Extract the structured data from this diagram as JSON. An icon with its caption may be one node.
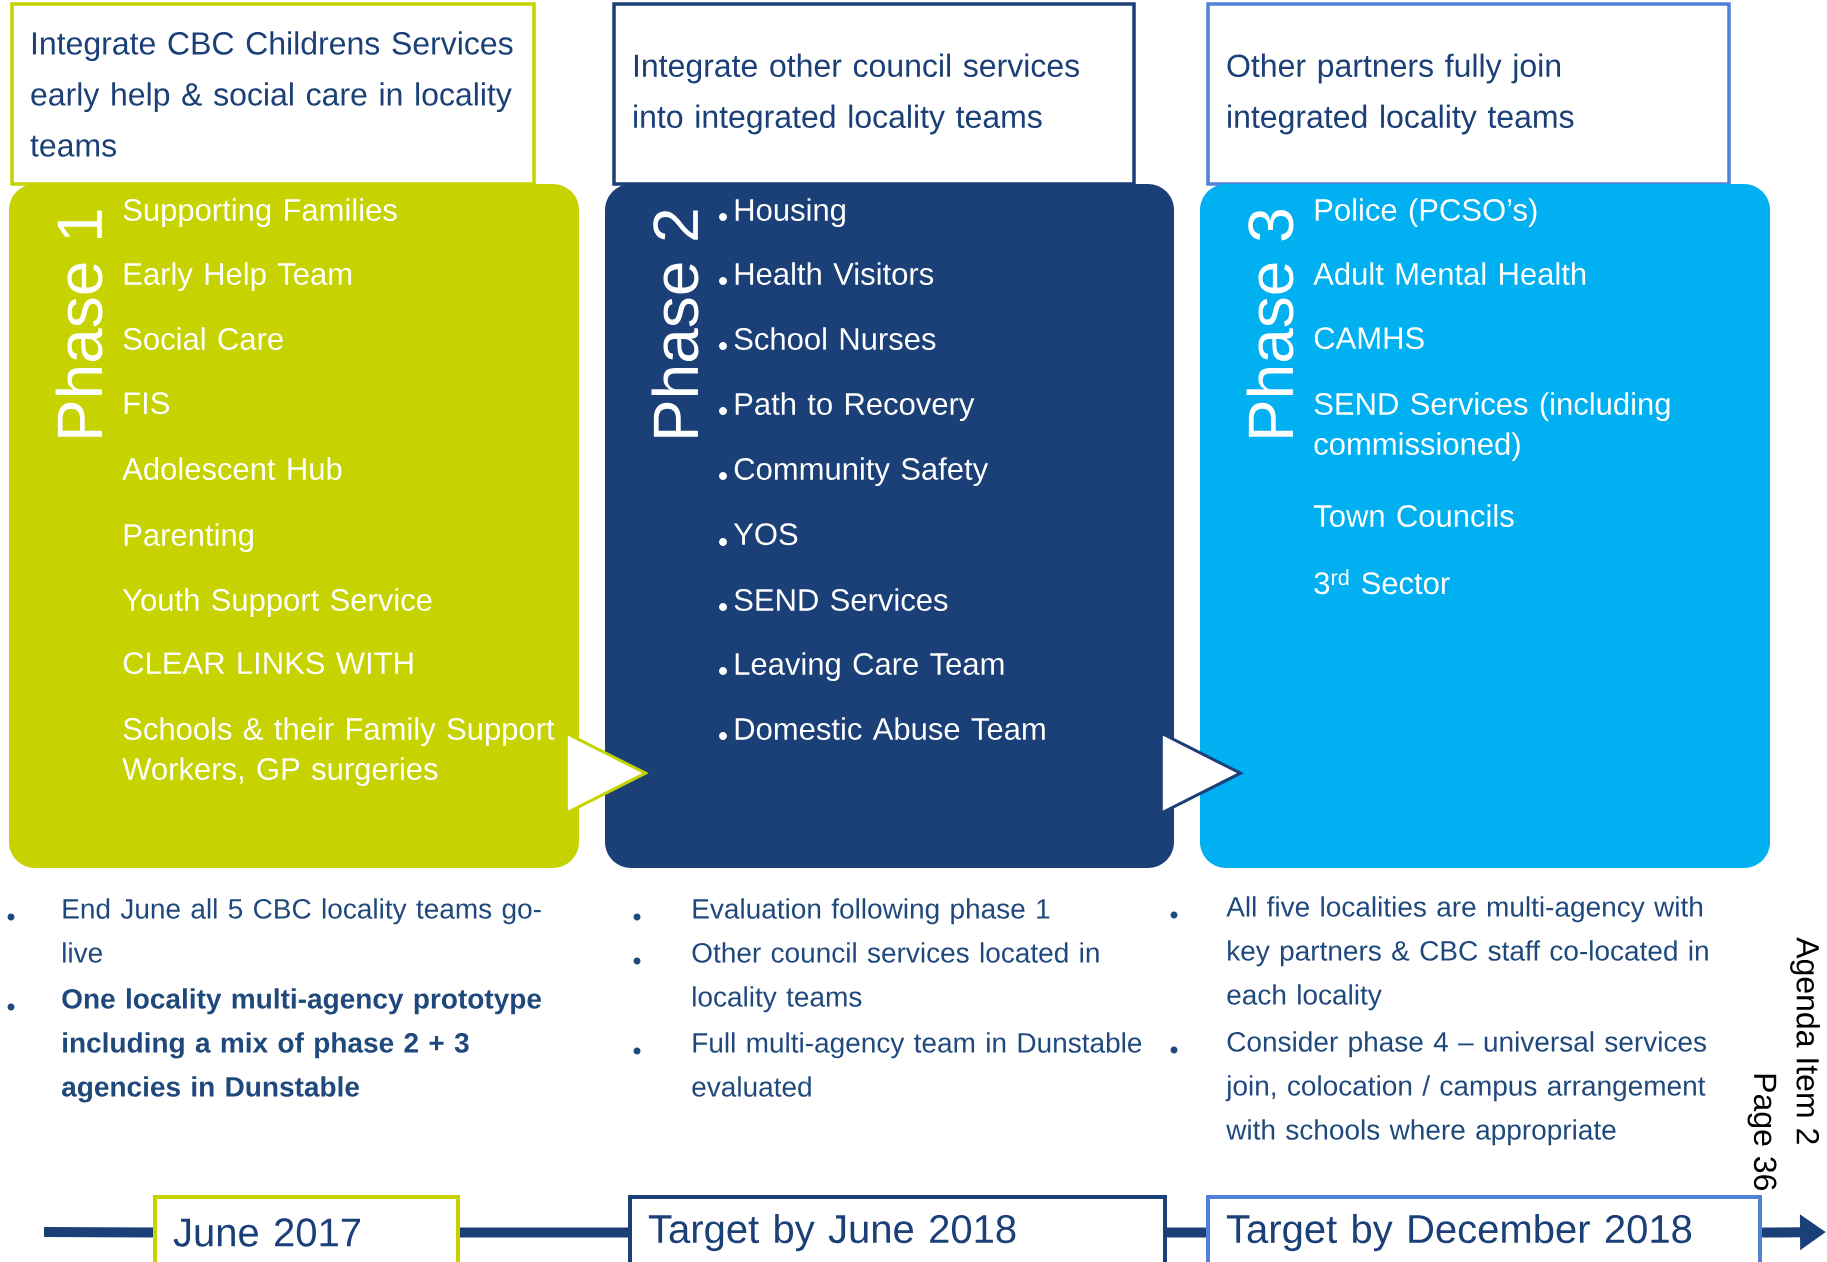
{
  "diagram": {
    "nodes": [
      {
        "text": [
          "Integrate CBC Childrens Services early help & social care in locality teams"
        ]
      },
      {
        "text": [
          "Integrate other council services into integrated locality teams"
        ]
      },
      {
        "text": [
          "Other partners fully join integrated locality teams"
        ]
      },
      {
        "text": [
          "Phase 1",
          "Supporting Families",
          "Early Help Team",
          "Social Care",
          "FIS",
          "Adolescent Hub",
          "Parenting",
          "Youth Support Service",
          "CLEAR LINKS WITH",
          "Schools & their Family Support Workers, GP surgeries"
        ]
      },
      {
        "text": [
          "Phase 2",
          "Housing",
          "Health Visitors",
          "School Nurses",
          "Path to Recovery",
          "Community Safety",
          "YOS",
          "SEND Services",
          "Leaving Care Team",
          "Domestic Abuse Team"
        ]
      },
      {
        "text": [
          "Phase 3",
          "Police (PCSO’s)",
          "Adult Mental Health",
          "CAMHS",
          "SEND Services (including commissioned)",
          "Town Councils",
          "3$^{rd}$ Sector"
        ]
      },
      {
        "text": [
          "June 2017"
        ]
      },
      {
        "text": [
          "Target by June 2018"
        ]
      },
      {
        "text": [
          "Target by December 2018"
        ]
      }
    ],
    "edges": [
      {
        "from": 3,
        "to": 4,
        "arrow": "to"
      },
      {
        "from": 4,
        "to": 5,
        "arrow": "to"
      },
      {
        "from": null,
        "to": 6,
        "arrow": "none"
      },
      {
        "from": 6,
        "to": 7,
        "arrow": "none"
      },
      {
        "from": 7,
        "to": 8,
        "arrow": "none"
      },
      {
        "from": 8,
        "to": null,
        "arrow": "to"
      }
    ],
    "labels": [
      "End June all 5 CBC locality teams go-live",
      "One locality  multi-agency prototype including a mix of phase 2 + 3 agencies in Dunstable",
      "Evaluation following phase 1",
      "Other council services located in locality teams",
      "Full multi-agency team in Dunstable evaluated",
      "All five localities are multi-agency with key partners & CBC staff co-located in each locality",
      "Consider phase 4 – universal services join, colocation / campus arrangement with schools where appropriate",
      "Agenda Item 2",
      "Page 36"
    ]
  }
}
